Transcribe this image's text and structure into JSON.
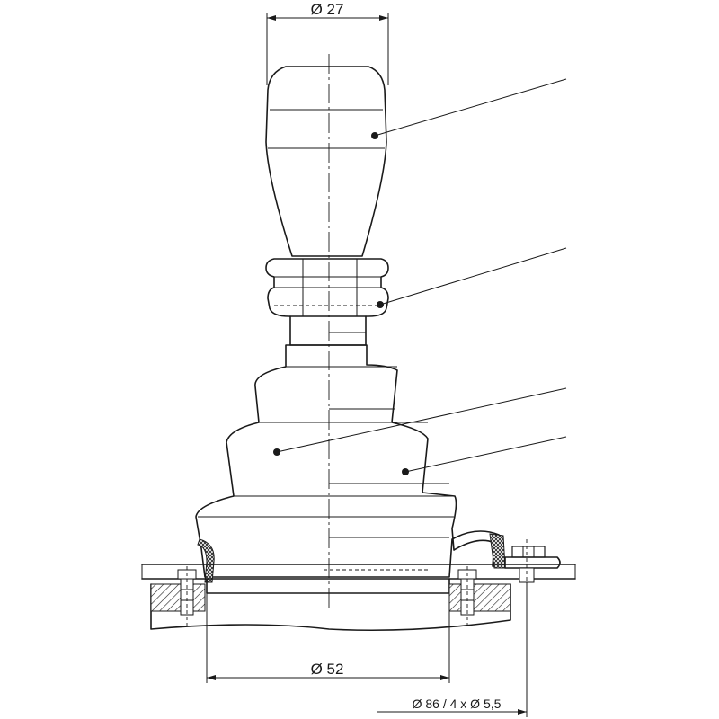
{
  "dimensions": {
    "top_diameter": "Ø 27",
    "base_diameter": "Ø 52",
    "mounting": "Ø 86 / 4 x Ø 5,5"
  }
}
